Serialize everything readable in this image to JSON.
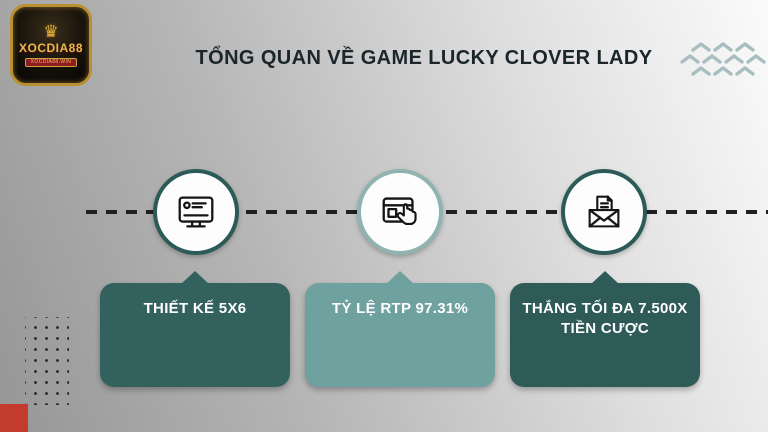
{
  "brand": {
    "name": "XOCDIA88",
    "banner": "XOCDIA88.WIN"
  },
  "header": {
    "title": "TỔNG QUAN VỀ GAME LUCKY CLOVER LADY"
  },
  "features": [
    {
      "icon": "monitor-form-icon",
      "label": "THIẾT KẾ 5X6",
      "variant": "dark"
    },
    {
      "icon": "browser-click-icon",
      "label": "TỶ LỆ RTP 97.31%",
      "variant": "light"
    },
    {
      "icon": "envelope-letter-icon",
      "label": "THẮNG TỐI ĐA 7.500X TIỀN CƯỢC",
      "variant": "dark"
    }
  ],
  "colors": {
    "teal_dark": "#33615e",
    "teal_light": "#6fa19e",
    "node_border_dark": "#2b5a57",
    "node_border_light": "#8fb3b1",
    "accent_red": "#c23b2d",
    "gold": "#e6b94c",
    "title_text": "#1b262b"
  }
}
